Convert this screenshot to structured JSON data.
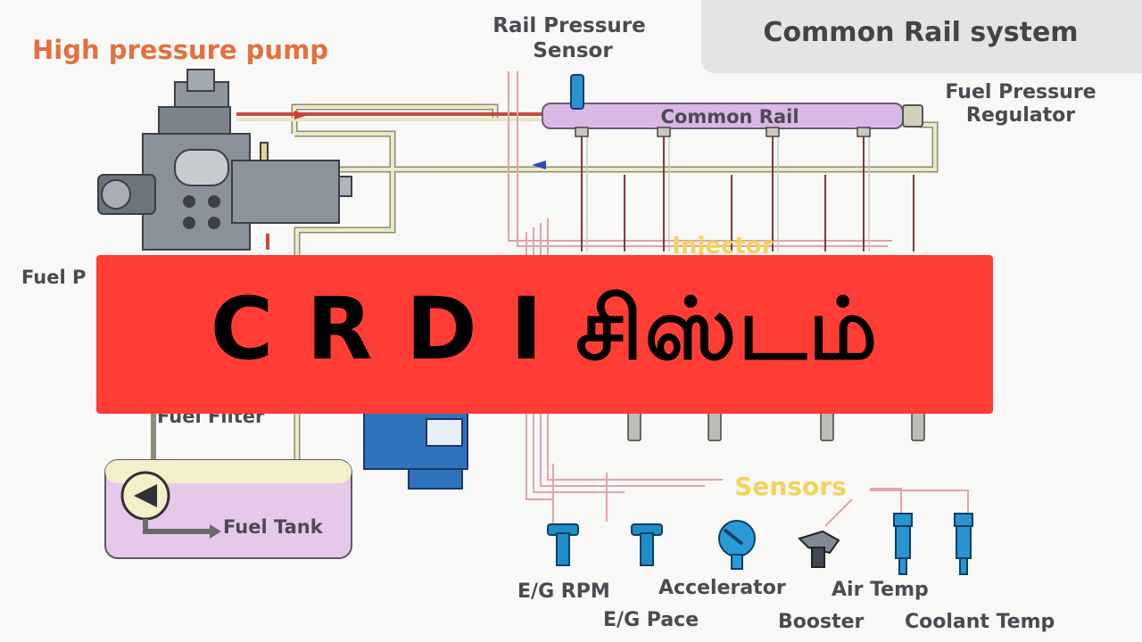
{
  "title": "Common Rail system",
  "labels": {
    "high_pressure_pump": "High pressure pump",
    "rail_pressure_sensor_1": "Rail Pressure",
    "rail_pressure_sensor_2": "Sensor",
    "common_rail": "Common Rail",
    "fuel_pressure_regulator_1": "Fuel Pressure",
    "fuel_pressure_regulator_2": "Regulator",
    "injector": "Injector",
    "fuel_pump_partial": "Fuel P",
    "fuel_filter_partial": "Fuel Filter",
    "fuel_tank": "Fuel Tank",
    "sensors": "Sensors",
    "eg_rpm": "E/G RPM",
    "eg_pace": "E/G Pace",
    "accelerator": "Accelerator",
    "air_temp": "Air Temp",
    "booster": "Booster",
    "coolant_temp": "Coolant Temp"
  },
  "banner": {
    "text": "C R D I சிஸ்டம்"
  },
  "colors": {
    "banner": "#ff3d34",
    "rail": "#d9b8e6",
    "tank": "#e6c8ea",
    "fuel_line": "#e9e6c4",
    "signal_line": "#e3a3a8",
    "sensor_blue": "#1e8ec8",
    "ecu_blue": "#2f73bd"
  }
}
